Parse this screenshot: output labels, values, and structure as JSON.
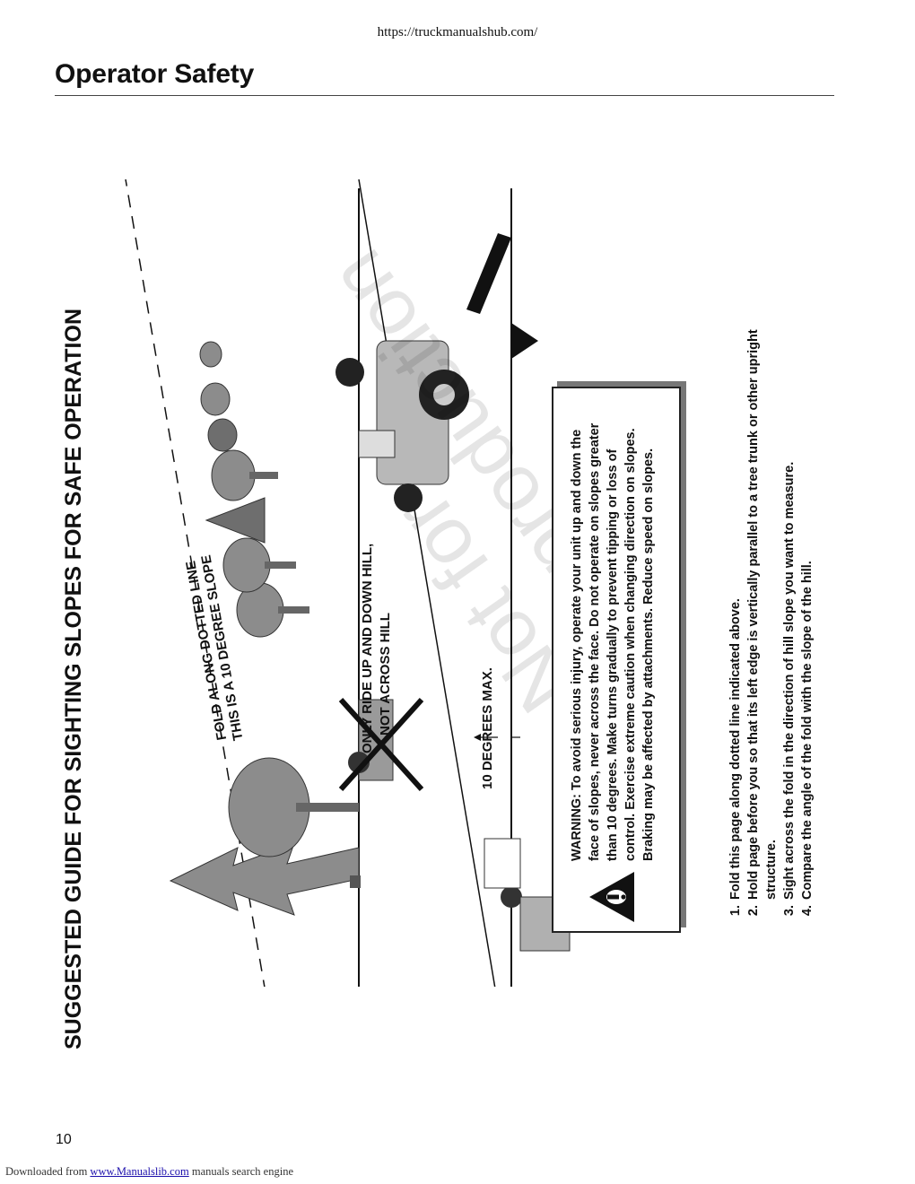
{
  "header": {
    "url": "https://truckmanualshub.com/",
    "title": "Operator Safety"
  },
  "guide": {
    "heading": "SUGGESTED GUIDE FOR SIGHTING SLOPES FOR SAFE OPERATION",
    "fold_line_1": "FOLD ALONG DOTTED LINE",
    "fold_line_2": "THIS IS A 10 DEGREE SLOPE",
    "ride_line_1": "ONLY RIDE UP AND DOWN HILL,",
    "ride_line_2": "NOT ACROSS HILL",
    "degrees": "10 DEGREES MAX.",
    "warning_label": "WARNING:",
    "warning_text": " To avoid serious injury, operate your unit up and down the face of slopes, never across the face. Do not operate on slopes greater than 10 degrees. Make turns gradually to prevent tipping or loss of control. Exercise extreme caution when changing direction on slopes. Braking may be affected by attachments. Reduce speed on slopes.",
    "steps": [
      "Fold this page along dotted line indicated above.",
      "Hold page before you so that its left edge is vertically parallel to a tree trunk or other upright structure.",
      "Sight across the fold in the direction of hill slope you want to measure.",
      "Compare the angle of the fold with the slope of the hill."
    ],
    "watermark_1": "Not for",
    "watermark_2": "Reproduction"
  },
  "page_number": "10",
  "footer": {
    "prefix": "Downloaded from ",
    "link": "www.Manualslib.com",
    "suffix": "  manuals search engine"
  },
  "colors": {
    "tree_fill": "#8c8c8c",
    "tree_dark": "#6e6e6e",
    "ink": "#111111"
  }
}
